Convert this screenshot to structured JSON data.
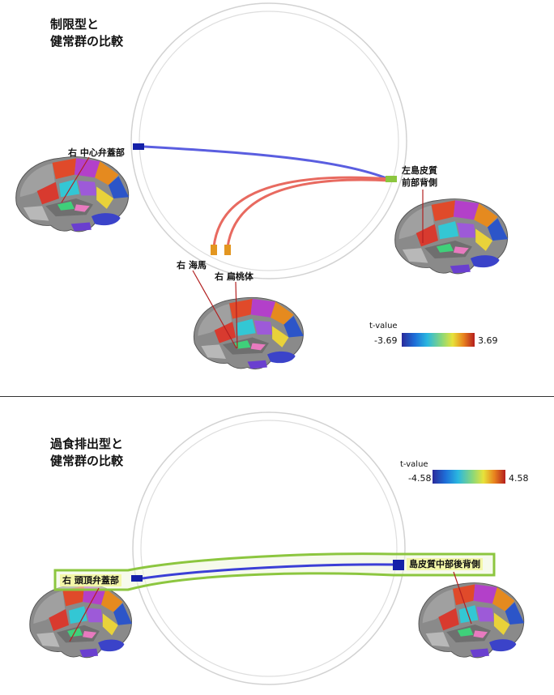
{
  "top_panel": {
    "title_line1": "制限型と",
    "title_line2": "健常群の比較",
    "labels": {
      "r_central_operculum": "右 中心弁蓋部",
      "l_insula_line1": "左島皮質",
      "l_insula_line2": "前部背側",
      "r_hippocampus": "右 海馬",
      "r_amygdala": "右 扁桃体"
    },
    "colorbar": {
      "title": "t-value",
      "min": "-3.69",
      "max": "3.69"
    }
  },
  "bottom_panel": {
    "title_line1": "過食排出型と",
    "title_line2": "健常群の比較",
    "labels": {
      "r_parietal_operculum": "右 頭頂弁蓋部",
      "insula_mid_dorsal": "島皮質中部後背側"
    },
    "colorbar": {
      "title": "t-value",
      "min": "-4.58",
      "max": "4.58"
    }
  },
  "colors": {
    "negative_link": "#3b3fd6",
    "positive_link": "#e0534a",
    "highlight_box": "#8cc63f",
    "label_highlight": "#f3f7a8"
  }
}
